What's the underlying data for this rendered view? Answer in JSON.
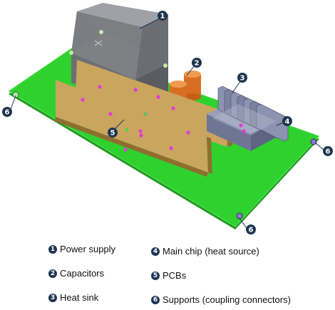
{
  "colors": {
    "board": "#2fd12f",
    "board_edge": "#1f9c1f",
    "power_supply": "#7b7d82",
    "capacitor": "#e07a2a",
    "heat_sink": "#8c93b0",
    "pcb": "#c9a55e",
    "marker": "#e23ad4",
    "callout": "#1f3550"
  },
  "callouts": [
    "1",
    "2",
    "3",
    "4",
    "5",
    "6",
    "6",
    "6"
  ],
  "legend": [
    {
      "num": "1",
      "label": "Power supply"
    },
    {
      "num": "2",
      "label": "Capacitors"
    },
    {
      "num": "3",
      "label": "Heat sink"
    },
    {
      "num": "4",
      "label": "Main chip (heat source)"
    },
    {
      "num": "5",
      "label": "PCBs"
    },
    {
      "num": "6",
      "label": "Supports (coupling connectors)"
    }
  ]
}
